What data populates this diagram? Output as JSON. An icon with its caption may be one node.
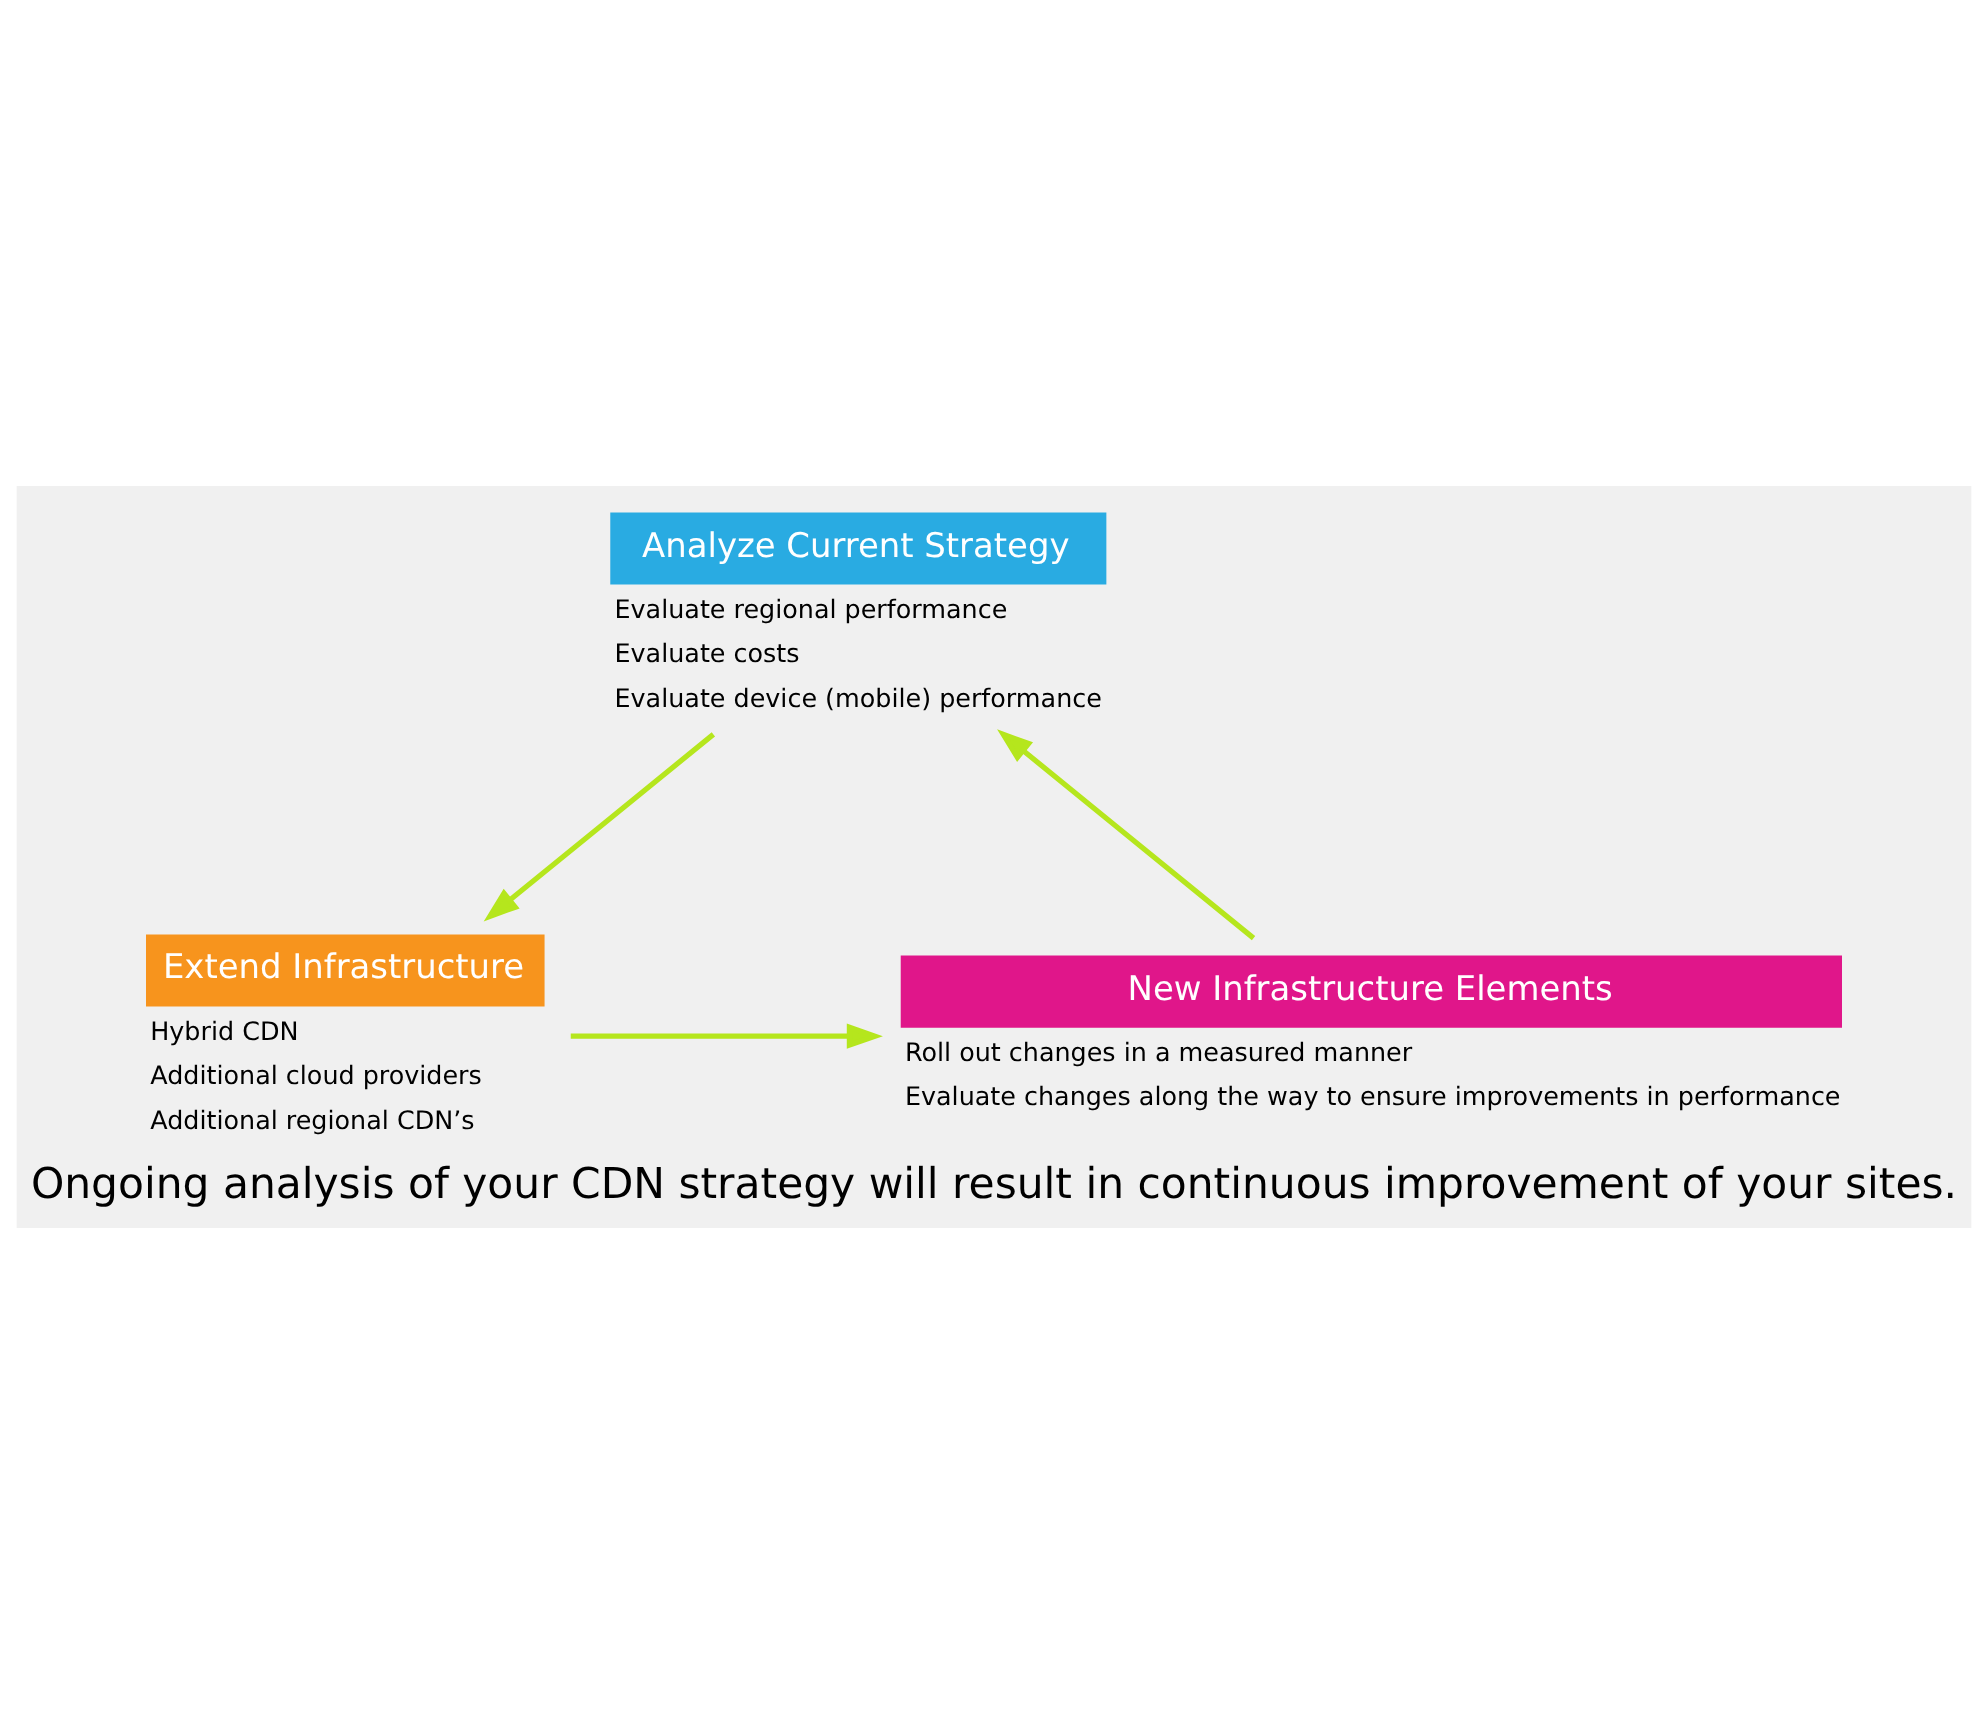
{
  "diagram": {
    "caption": "Ongoing analysis of your CDN strategy will result in continuous improvement of your sites.",
    "nodes": [
      {
        "text": [
          "Analyze Current Strategy",
          "Evaluate regional performance",
          "Evaluate costs",
          "Evaluate device (mobile) performance"
        ]
      },
      {
        "text": [
          "Extend Infrastructure",
          "Hybrid CDN",
          "Additional cloud providers",
          "Additional regional CDN’s"
        ]
      },
      {
        "text": [
          "New Infrastructure Elements",
          "Roll out changes in a measured manner",
          "Evaluate changes along the way to ensure improvements in performance"
        ]
      }
    ],
    "edges": [
      {
        "from": 0,
        "to": 1,
        "arrow": "to"
      },
      {
        "from": 1,
        "to": 2,
        "arrow": "to"
      },
      {
        "from": 2,
        "to": 0,
        "arrow": "to"
      }
    ]
  }
}
